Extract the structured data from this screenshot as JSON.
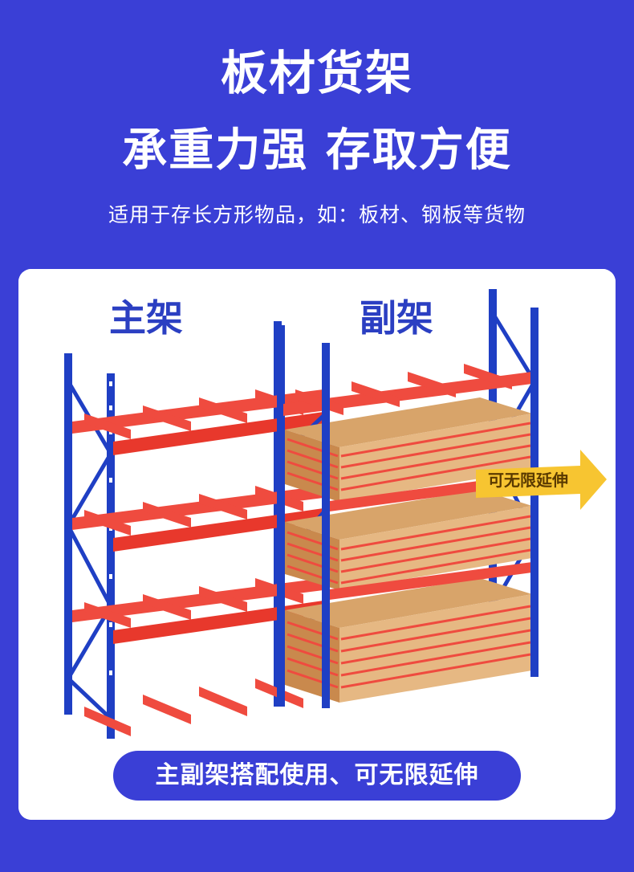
{
  "header": {
    "title": "板材货架",
    "subtitle": "承重力强 存取方便",
    "description": "适用于存长方形物品，如：板材、钢板等货物"
  },
  "illustration": {
    "main_rack_label": "主架",
    "sub_rack_label": "副架",
    "arrow_label": "可无限延伸"
  },
  "footer": {
    "pill_text": "主副架搭配使用、可无限延伸"
  },
  "colors": {
    "background": "#3a3fd6",
    "card": "#ffffff",
    "rack_blue": "#1f3fc4",
    "beam_red": "#ef4b3f",
    "board_tan": "#d8a46a",
    "arrow_yellow": "#f7c531",
    "label_blue": "#2b3fc2"
  }
}
